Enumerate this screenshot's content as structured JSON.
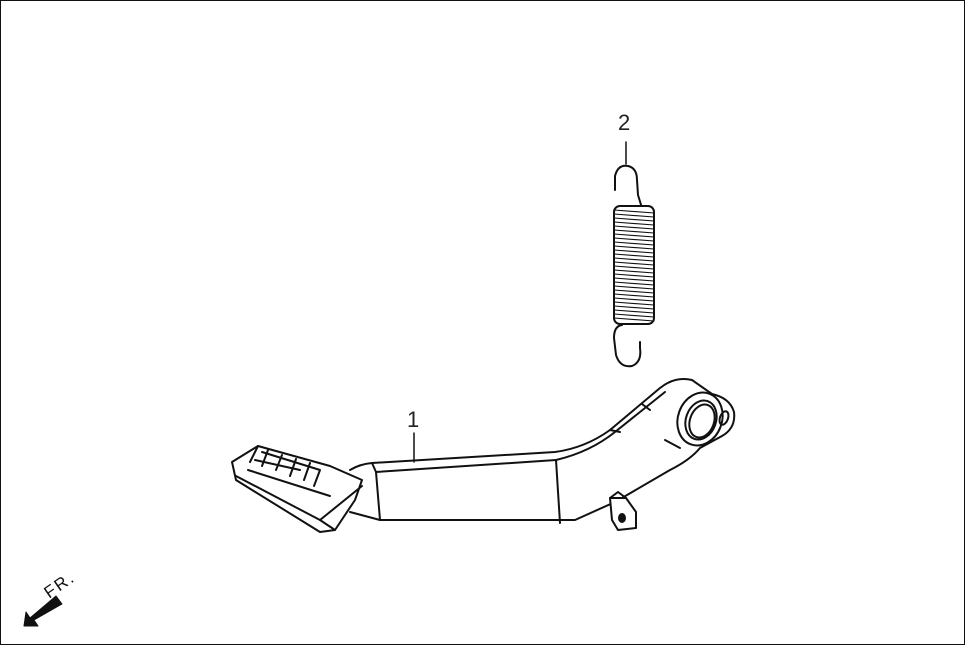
{
  "diagram": {
    "type": "parts-exploded-view",
    "parts": [
      {
        "callout": "1",
        "name": "Brake pedal"
      },
      {
        "callout": "2",
        "name": "Return spring"
      }
    ],
    "direction_indicator": {
      "label": "FR.",
      "icon": "arrow-down-left-icon"
    },
    "colors": {
      "line": "#111111",
      "background": "#ffffff"
    }
  }
}
